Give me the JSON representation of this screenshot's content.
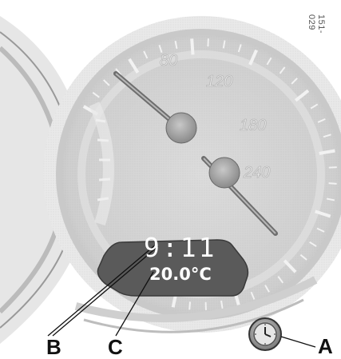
{
  "figure_id": "151-029",
  "display": {
    "time": "9:11",
    "temperature": "20.0°C"
  },
  "speedo_ticks": [
    "80",
    "120",
    "180",
    "240"
  ],
  "callouts": {
    "a": "A",
    "b": "B",
    "c": "C"
  },
  "icons": {
    "clock_button": "clock-icon"
  },
  "colors": {
    "dial_face": "#d8d8d8",
    "display_bg": "#5a5a5a",
    "needle": "#777777",
    "line": "#111111"
  }
}
